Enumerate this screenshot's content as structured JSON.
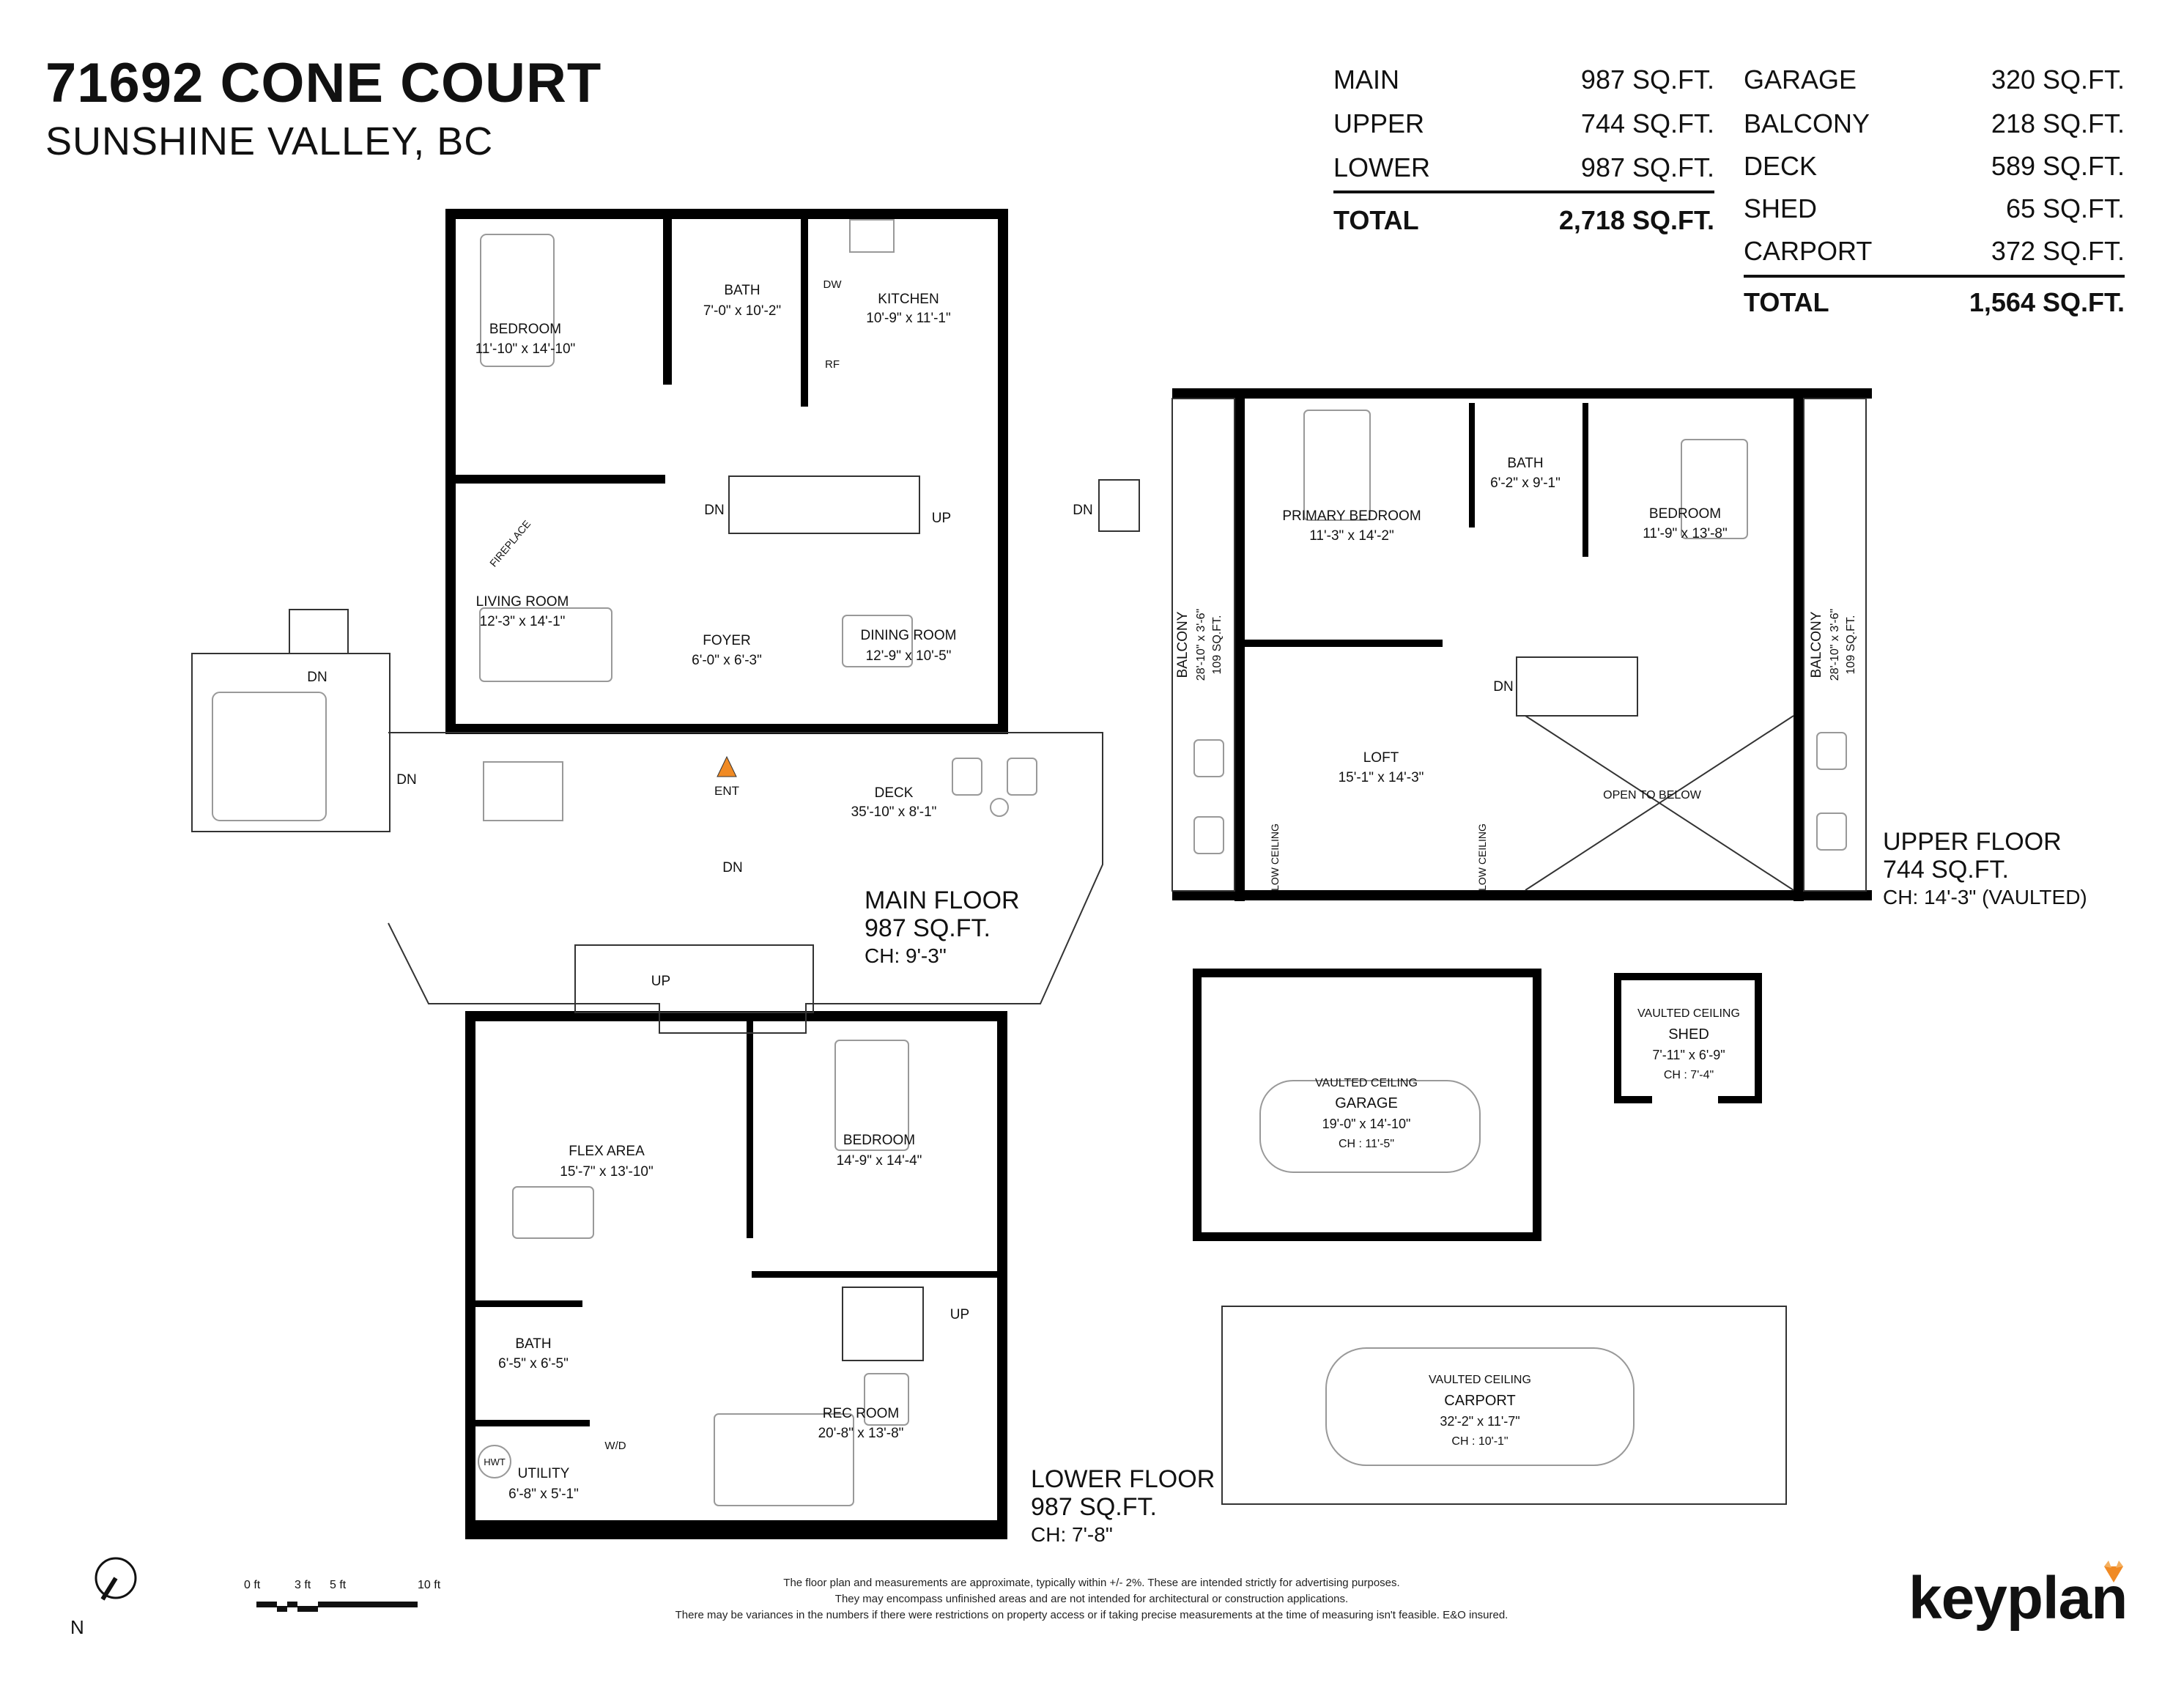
{
  "header": {
    "address": "71692 CONE COURT",
    "location": "SUNSHINE VALLEY, BC"
  },
  "summary": {
    "living": [
      {
        "label": "MAIN",
        "value": "987 SQ.FT."
      },
      {
        "label": "UPPER",
        "value": "744 SQ.FT."
      },
      {
        "label": "LOWER",
        "value": "987 SQ.FT."
      }
    ],
    "living_total": {
      "label": "TOTAL",
      "value": "2,718 SQ.FT."
    },
    "other": [
      {
        "label": "GARAGE",
        "value": "320 SQ.FT."
      },
      {
        "label": "BALCONY",
        "value": "218 SQ.FT."
      },
      {
        "label": "DECK",
        "value": "589 SQ.FT."
      },
      {
        "label": "SHED",
        "value": "65 SQ.FT."
      },
      {
        "label": "CARPORT",
        "value": "372 SQ.FT."
      }
    ],
    "other_total": {
      "label": "TOTAL",
      "value": "1,564 SQ.FT."
    }
  },
  "main_floor": {
    "name": "MAIN FLOOR",
    "area": "987 SQ.FT.",
    "ceiling": "CH: 9'-3\"",
    "rooms": {
      "bedroom": {
        "name": "BEDROOM",
        "dims": "11'-10\"  x  14'-10\""
      },
      "bath": {
        "name": "BATH",
        "dims": "7'-0\"  x  10'-2\""
      },
      "kitchen": {
        "name": "KITCHEN",
        "dims": "10'-9\"  x   11'-1\""
      },
      "living": {
        "name": "LIVING ROOM",
        "dims": "12'-3\"  x  14'-1\""
      },
      "foyer": {
        "name": "FOYER",
        "dims": "6'-0\"  x  6'-3\""
      },
      "dining": {
        "name": "DINING ROOM",
        "dims": "12'-9\"  x  10'-5\""
      },
      "deck": {
        "name": "DECK",
        "dims": "35'-10\" x  8'-1\""
      }
    },
    "labels": {
      "dw": "DW",
      "rf": "RF",
      "fireplace": "FIREPLACE",
      "dn": "DN",
      "up": "UP",
      "ent": "ENT"
    }
  },
  "upper_floor": {
    "name": "UPPER FLOOR",
    "area": "744 SQ.FT.",
    "ceiling": "CH: 14'-3\" (VAULTED)",
    "rooms": {
      "primary": {
        "name": "PRIMARY BEDROOM",
        "dims": "11'-3\"  x  14'-2\""
      },
      "bath": {
        "name": "BATH",
        "dims": "6'-2\"  x   9'-1\""
      },
      "bedroom": {
        "name": "BEDROOM",
        "dims": "11'-9\"  x  13'-8\""
      },
      "loft": {
        "name": "LOFT",
        "dims": "15'-1\"  x  14'-3\""
      },
      "open": {
        "name": "OPEN TO BELOW"
      },
      "balcony_left": {
        "name": "BALCONY",
        "dims": "28'-10\" x  3'-6\"",
        "area": "109 SQ.FT."
      },
      "balcony_right": {
        "name": "BALCONY",
        "dims": "28'-10\" x  3'-6\"",
        "area": "109 SQ.FT."
      }
    },
    "labels": {
      "low_ceiling": "LOW CEILING",
      "dn": "DN"
    }
  },
  "lower_floor": {
    "name": "LOWER FLOOR",
    "area": "987 SQ.FT.",
    "ceiling": "CH: 7'-8\"",
    "rooms": {
      "flex": {
        "name": "FLEX AREA",
        "dims": "15'-7\"  x  13'-10\""
      },
      "bedroom": {
        "name": "BEDROOM",
        "dims": "14'-9\"  x  14'-4\""
      },
      "bath": {
        "name": "BATH",
        "dims": "6'-5\"  x  6'-5\""
      },
      "rec": {
        "name": "REC ROOM",
        "dims": "20'-8\"  x  13'-8\""
      },
      "utility": {
        "name": "UTILITY",
        "dims": "6'-8\"  x  5'-1\""
      }
    },
    "labels": {
      "up": "UP",
      "wd": "W/D",
      "hwt": "HWT"
    }
  },
  "garage": {
    "note": "VAULTED CEILING",
    "name": "GARAGE",
    "dims": "19'-0\"  x  14'-10\"",
    "ceiling": "CH : 11'-5\""
  },
  "shed": {
    "note": "VAULTED CEILING",
    "name": "SHED",
    "dims": "7'-11\"  x  6'-9\"",
    "ceiling": "CH : 7'-4\""
  },
  "carport": {
    "note": "VAULTED CEILING",
    "name": "CARPORT",
    "dims": "32'-2\"  x   11'-7\"",
    "ceiling": "CH : 10'-1\""
  },
  "legend": {
    "north": "N",
    "scale": [
      "0 ft",
      "3 ft",
      "5 ft",
      "10 ft"
    ]
  },
  "disclaimer": [
    "The floor plan and measurements are approximate, typically within +/- 2%. These are intended strictly for advertising purposes.",
    "They may encompass unfinished areas and are not intended for architectural or construction applications.",
    "There may be variances in the numbers if there were restrictions on property access or if taking precise measurements at the time of measuring isn't feasible. E&O insured."
  ],
  "brand": {
    "name": "keyplan",
    "accent": "#f08a24"
  },
  "colors": {
    "entry_marker": "#f08a24",
    "wall": "#000000",
    "furniture": "#9a9a9a"
  }
}
